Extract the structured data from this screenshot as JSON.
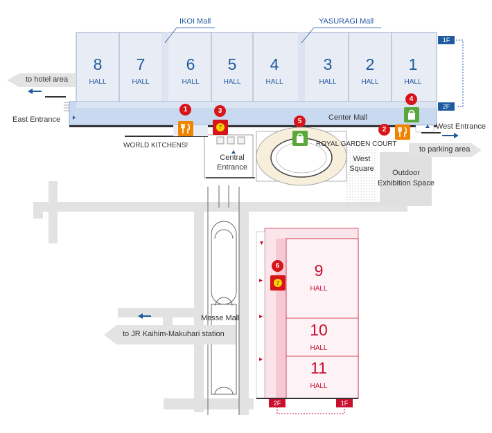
{
  "halls_top": [
    {
      "number": "8",
      "label": "HALL"
    },
    {
      "number": "7",
      "label": "HALL"
    },
    {
      "number": "6",
      "label": "HALL"
    },
    {
      "number": "5",
      "label": "HALL"
    },
    {
      "number": "4",
      "label": "HALL"
    },
    {
      "number": "3",
      "label": "HALL"
    },
    {
      "number": "2",
      "label": "HALL"
    },
    {
      "number": "1",
      "label": "HALL"
    }
  ],
  "halls_south": [
    {
      "number": "9",
      "label": "HALL"
    },
    {
      "number": "10",
      "label": "HALL"
    },
    {
      "number": "11",
      "label": "HALL"
    }
  ],
  "malls": {
    "ikoi": "IKOI Mall",
    "yasuragi": "YASURAGI Mall",
    "center": "Center Mall",
    "messe": "Messe Mall"
  },
  "labels": {
    "to_hotel": "to hotel area",
    "east_entrance": "East Entrance",
    "west_entrance": "West Entrance",
    "to_parking": "to parking area",
    "world_kitchens": "WORLD KITCHENS!",
    "royal_garden": "ROYAL GARDEN COURT",
    "central_entrance_1": "Central",
    "central_entrance_2": "Entrance",
    "west_square_1": "West",
    "west_square_2": "Square",
    "outdoor_1": "Outdoor",
    "outdoor_2": "Exhibition Space",
    "to_jr": "to JR Kaihim-Makuhari station"
  },
  "floors": {
    "top_1f": "1F",
    "top_2f": "2F",
    "south_2f": "2F",
    "south_1f": "1F"
  },
  "markers": [
    {
      "number": "1",
      "icon": "restaurant-icon"
    },
    {
      "number": "2",
      "icon": "restaurant-icon"
    },
    {
      "number": "3",
      "icon": "atm-icon"
    },
    {
      "number": "4",
      "icon": "shopping-bag-icon"
    },
    {
      "number": "5",
      "icon": "shopping-bag-icon"
    },
    {
      "number": "6",
      "icon": "atm-icon"
    }
  ],
  "colors": {
    "hall_blue": "#1f5aa0",
    "hall_red": "#c8102e",
    "marker_red": "#d7141a",
    "food_orange": "#f08300",
    "shop_green": "#5aa73c"
  }
}
